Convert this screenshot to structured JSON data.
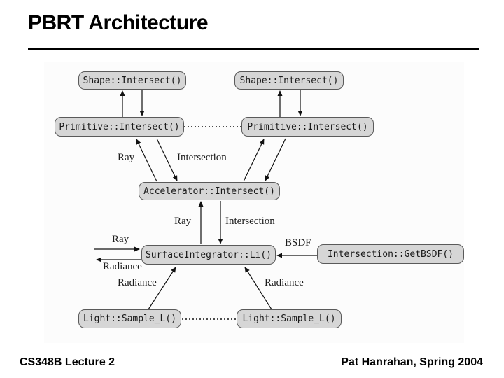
{
  "slide": {
    "title": "PBRT Architecture",
    "footer_left": "CS348B Lecture 2",
    "footer_right": "Pat Hanrahan, Spring 2004"
  },
  "diagram": {
    "nodes": {
      "shape_left": "Shape::Intersect()",
      "shape_right": "Shape::Intersect()",
      "primitive_left": "Primitive::Intersect()",
      "primitive_right": "Primitive::Intersect()",
      "accelerator": "Accelerator::Intersect()",
      "surface_integrator": "SurfaceIntegrator::Li()",
      "get_bsdf": "Intersection::GetBSDF()",
      "light_left": "Light::Sample_L()",
      "light_right": "Light::Sample_L()"
    },
    "edge_labels": {
      "ray_upper": "Ray",
      "intersection_upper": "Intersection",
      "ray_mid": "Ray",
      "intersection_mid": "Intersection",
      "ray_left": "Ray",
      "radiance_left": "Radiance",
      "bsdf": "BSDF",
      "radiance_lower_left": "Radiance",
      "radiance_lower_right": "Radiance"
    },
    "colors": {
      "node_fill": "#d6d6d6",
      "node_border": "#5a5a5a",
      "arrow": "#111111"
    }
  }
}
